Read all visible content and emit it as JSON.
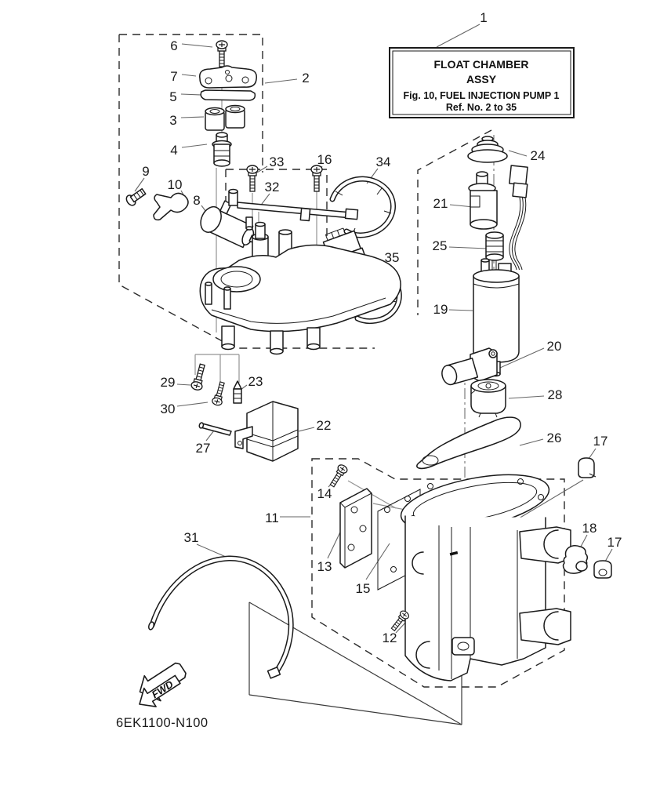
{
  "title_box": {
    "line1": "FLOAT CHAMBER",
    "line2": "ASSY",
    "line3": "Fig. 10, FUEL INJECTION PUMP 1",
    "line4": "Ref. No. 2 to 35"
  },
  "drawing_code": "6EK1100-N100",
  "fwd_arrow_label": "FWD",
  "part_labels": [
    {
      "num": "1"
    },
    {
      "num": "2"
    },
    {
      "num": "3"
    },
    {
      "num": "4"
    },
    {
      "num": "5"
    },
    {
      "num": "6"
    },
    {
      "num": "7"
    },
    {
      "num": "8"
    },
    {
      "num": "9"
    },
    {
      "num": "10"
    },
    {
      "num": "11"
    },
    {
      "num": "12"
    },
    {
      "num": "13"
    },
    {
      "num": "14"
    },
    {
      "num": "15"
    },
    {
      "num": "16"
    },
    {
      "num": "17"
    },
    {
      "num": "17"
    },
    {
      "num": "18"
    },
    {
      "num": "19"
    },
    {
      "num": "20"
    },
    {
      "num": "21"
    },
    {
      "num": "22"
    },
    {
      "num": "23"
    },
    {
      "num": "24"
    },
    {
      "num": "25"
    },
    {
      "num": "26"
    },
    {
      "num": "27"
    },
    {
      "num": "28"
    },
    {
      "num": "29"
    },
    {
      "num": "30"
    },
    {
      "num": "31"
    },
    {
      "num": "32"
    },
    {
      "num": "33"
    },
    {
      "num": "34"
    },
    {
      "num": "35"
    }
  ]
}
